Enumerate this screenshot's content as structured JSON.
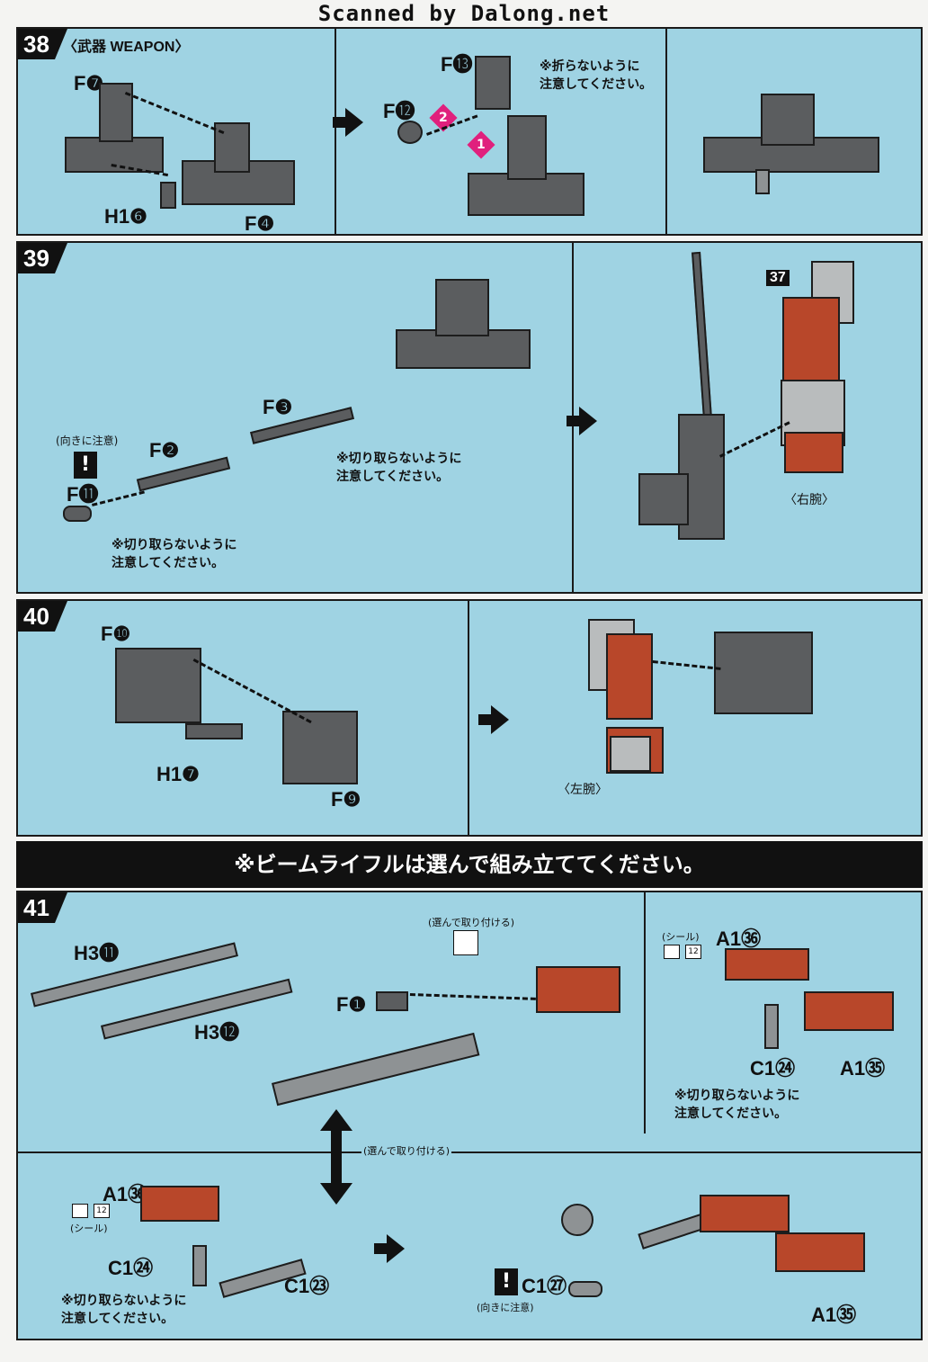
{
  "header": {
    "scan_credit": "Scanned by Dalong.net"
  },
  "step38": {
    "number": "38",
    "title": "〈武器 WEAPON〉",
    "labels": {
      "f7": "F❼",
      "h16": "H1❻",
      "f4": "F❹",
      "f13": "F⓭",
      "f12": "F⓬"
    },
    "seq": [
      "2",
      "1"
    ],
    "note_line1": "※折らないように",
    "note_line2": "注意してください。"
  },
  "step39": {
    "number": "39",
    "labels": {
      "f2": "F❷",
      "f3": "F❸",
      "f11": "F⓫",
      "ref": "37"
    },
    "orient_note": "(向きに注意)",
    "warn": "!",
    "note1_line1": "※切り取らないように",
    "note1_line2": "注意してください。",
    "note2_line1": "※切り取らないように",
    "note2_line2": "注意してください。",
    "right_arm": "〈右腕〉"
  },
  "step40": {
    "number": "40",
    "labels": {
      "f10": "F❿",
      "h17": "H1❼",
      "f9": "F❾"
    },
    "left_arm": "〈左腕〉"
  },
  "banner": {
    "text": "※ビームライフルは選んで組み立ててください。"
  },
  "step41": {
    "number": "41",
    "labels": {
      "h311": "H3⓫",
      "h312": "H3⓬",
      "f1": "F❶",
      "a136_top": "A1㊱",
      "c124_top": "C1㉔",
      "a135_top": "A1㉟",
      "a136_bottom": "A1㊱",
      "c124_bottom": "C1㉔",
      "c123": "C1㉓",
      "c127": "C1㉗",
      "a135_bottom": "A1㉟"
    },
    "choose_note_top": "(選んで取り付ける)",
    "choose_note_mid": "(選んで取り付ける)",
    "seal_top": "(シール)",
    "seal_bottom": "(シール)",
    "sticker_no_top": "12",
    "sticker_no_bottom": "12",
    "note_top_line1": "※切り取らないように",
    "note_top_line2": "注意してください。",
    "note_bottom_line1": "※切り取らないように",
    "note_bottom_line2": "注意してください。",
    "orient_note": "(向きに注意)",
    "warn": "!"
  },
  "colors": {
    "panel_bg": "#9fd3e3",
    "grey_part": "#5b5d5f",
    "red_part": "#b8472a",
    "seq_marker": "#e0207d"
  }
}
